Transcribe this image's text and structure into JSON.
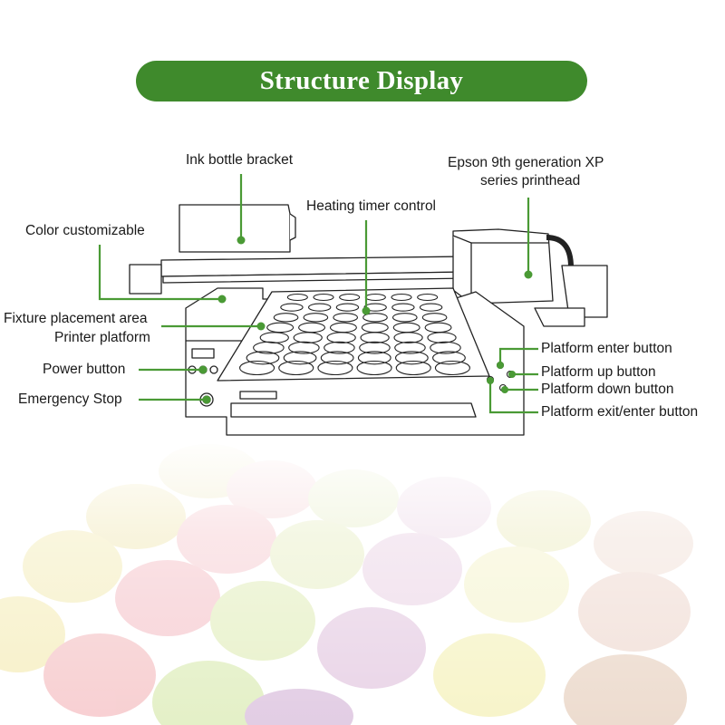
{
  "title": "Structure Display",
  "colors": {
    "accent": "#3f8a2c",
    "leader": "#4a9a35"
  },
  "labels": {
    "ink_bottle_bracket": "Ink bottle bracket",
    "color_customizable": "Color customizable",
    "heating_timer_control": "Heating timer control",
    "printhead_line1": "Epson 9th generation XP",
    "printhead_line2": "series printhead",
    "fixture_placement_area": "Fixture placement area",
    "printer_platform": "Printer platform",
    "power_button": "Power button",
    "emergency_stop": "Emergency Stop",
    "platform_enter_button": "Platform enter button",
    "platform_up_button": "Platform up button",
    "platform_down_button": "Platform down button",
    "platform_exit_enter_button": "Platform exit/enter button"
  }
}
